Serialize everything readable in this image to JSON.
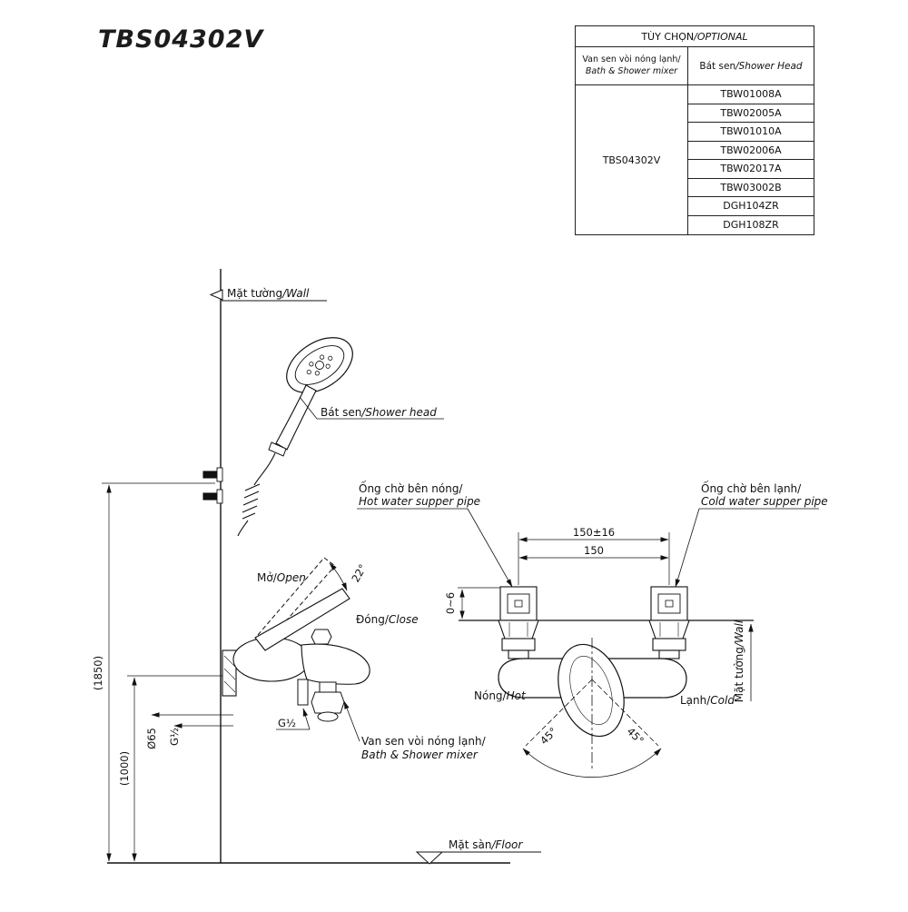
{
  "page": {
    "title": "TBS04302V"
  },
  "table": {
    "title_vi": "TÙY CHỌN",
    "title_en": "/OPTIONAL",
    "mixer_col_vi": "Van sen vòi nóng lạnh/",
    "mixer_col_en": "Bath & Shower mixer",
    "shower_col_vi": "Bát sen",
    "shower_col_en": "/Shower Head",
    "mixer_code": "TBS04302V",
    "shower_heads": [
      "TBW01008A",
      "TBW02005A",
      "TBW01010A",
      "TBW02006A",
      "TBW02017A",
      "TBW03002B",
      "DGH104ZR",
      "DGH108ZR"
    ]
  },
  "side_view": {
    "wall_vi": "Mặt tường",
    "wall_en": "/Wall",
    "shower_head_vi": "Bát sen",
    "shower_head_en": "/Shower head",
    "open_vi": "Mở/",
    "open_en": "Open",
    "close_vi": "Đóng/",
    "close_en": "Close",
    "angle_22": "22°",
    "dim_1850": "(1850)",
    "dim_1000": "(1000)",
    "dia_65": "Ø65",
    "g_half_wall": "G½",
    "g_half_outlet": "G½",
    "mixer_vi": "Van sen vòi nóng lạnh/",
    "mixer_en": "Bath & Shower mixer",
    "floor_vi": "Mặt sàn",
    "floor_en": "/Floor"
  },
  "front_view": {
    "hot_pipe_vi": "Ống chờ bên nóng/",
    "hot_pipe_en": "Hot water supper pipe",
    "cold_pipe_vi": "Ống chờ bên lạnh/",
    "cold_pipe_en": "Cold water supper pipe",
    "dim_150_tol": "150±16",
    "dim_150": "150",
    "dim_protrusion": "0~6",
    "wall_vi": "Mặt tường",
    "wall_en": "/Wall",
    "hot_vi": "Nóng/",
    "hot_en": "Hot",
    "cold_vi": "Lạnh/",
    "cold_en": "Cold",
    "angle_left": "45°",
    "angle_right": "45°"
  }
}
